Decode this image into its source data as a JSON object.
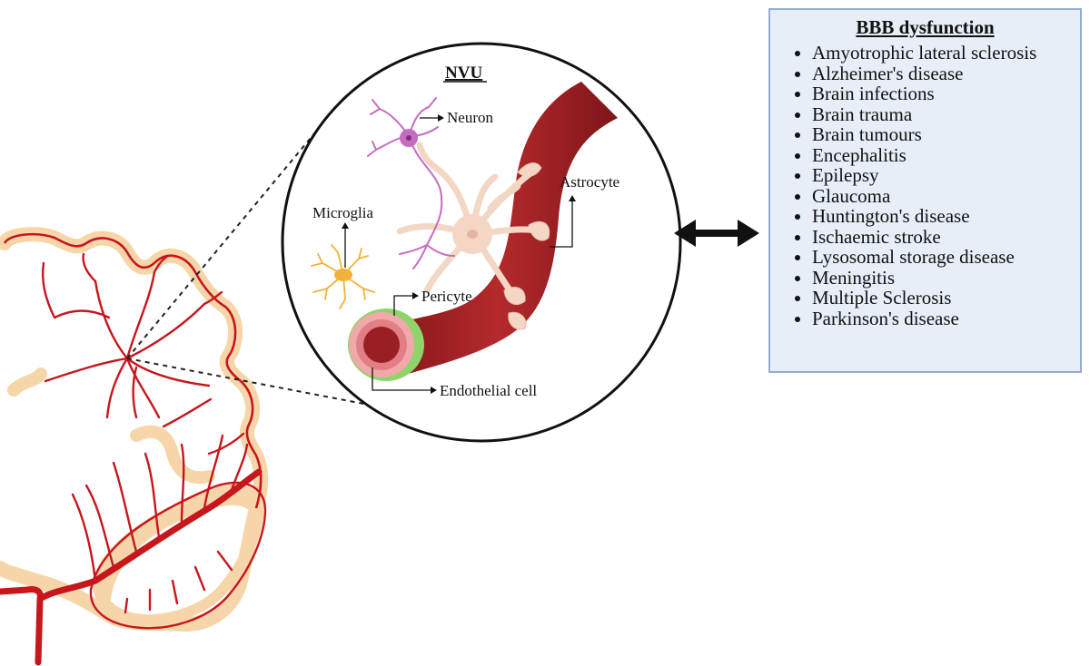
{
  "nvu": {
    "title": "NVU",
    "labels": {
      "neuron": "Neuron",
      "astrocyte": "Astrocyte",
      "microglia": "Microglia",
      "pericyte": "Pericyte",
      "endothelial": "Endothelial cell"
    }
  },
  "panel": {
    "title": "BBB dysfunction",
    "items": [
      "Amyotrophic lateral sclerosis",
      "Alzheimer's disease",
      "Brain infections",
      "Brain trauma",
      "Brain tumours",
      "Encephalitis",
      "Epilepsy",
      "Glaucoma",
      "Huntington's disease",
      "Ischaemic stroke",
      "Lysosomal storage disease",
      "Meningitis",
      "Multiple Sclerosis",
      "Parkinson's disease"
    ]
  },
  "colors": {
    "vessel": "#a01f22",
    "vessel_bright": "#c8161d",
    "cortex": "#f6d6a8",
    "astrocyte": "#f3d7c4",
    "neuron": "#c66cc0",
    "microglia": "#f2b13a",
    "pericyte": "#8fd46a",
    "panel_bg": "#e7eef8",
    "panel_border": "#93aed0"
  }
}
